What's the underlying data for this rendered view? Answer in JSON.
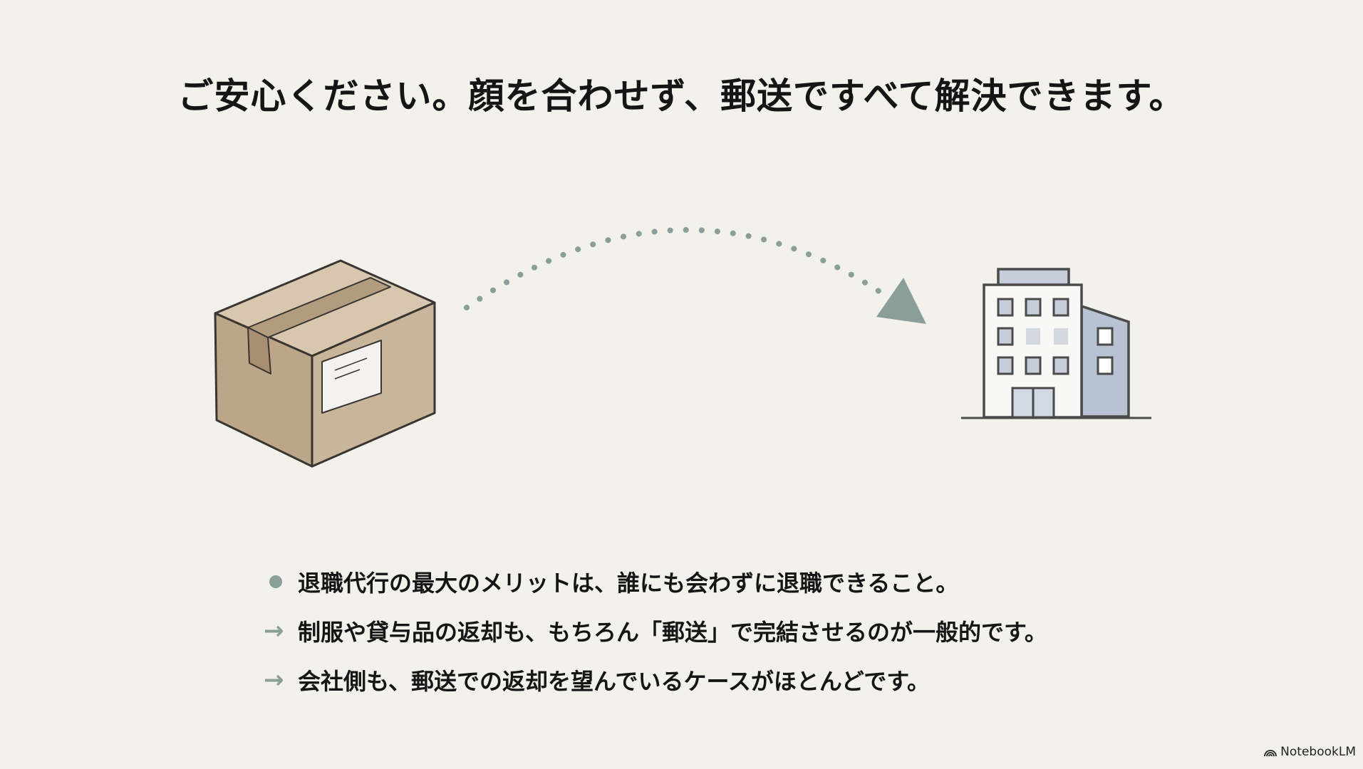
{
  "slide": {
    "title": "ご安心ください。顔を合わせず、郵送ですべて解決できます。",
    "bullets": [
      {
        "marker": "dot",
        "text": "退職代行の最大のメリットは、誰にも会わずに退職できること。"
      },
      {
        "marker": "arrow",
        "text": "制服や貸与品の返却も、もちろん「郵送」で完結させるのが一般的です。"
      },
      {
        "marker": "arrow",
        "text": "会社側も、郵送での返却を望んでいるケースがほとんどです。"
      }
    ],
    "arrow_glyph": "→",
    "brand": "NotebookLM",
    "colors": {
      "accent": "#8a9f98",
      "box": "#c8b59a",
      "building": "#b9c2d3"
    }
  }
}
